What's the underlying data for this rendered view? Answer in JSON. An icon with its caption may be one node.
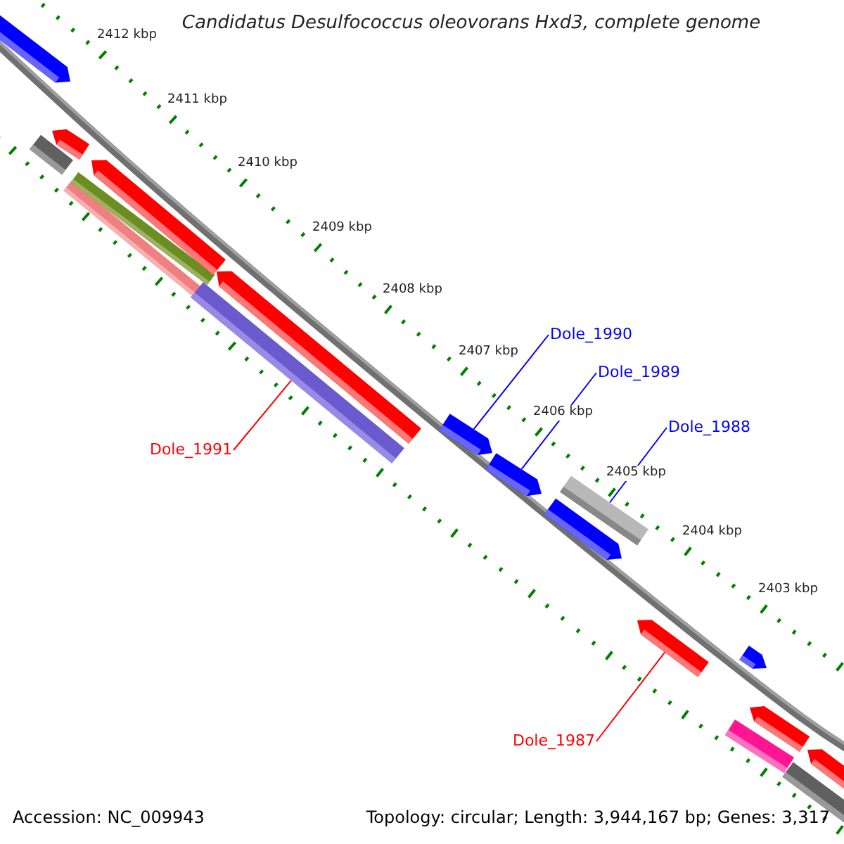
{
  "diagram": {
    "title": "Candidatus Desulfococcus oleovorans Hxd3, complete genome",
    "nodes": [
      {
        "text": [
          "Dole_1990"
        ]
      },
      {
        "text": [
          "Dole_1989"
        ]
      },
      {
        "text": [
          "Dole_1988"
        ]
      },
      {
        "text": [
          "Dole_1991"
        ]
      },
      {
        "text": [
          "Dole_1987"
        ]
      },
      {
        "text": [],
        "shape": "bar"
      },
      {
        "text": [],
        "shape": "bar"
      },
      {
        "text": [],
        "shape": "bar"
      },
      {
        "text": [],
        "shape": "bar"
      },
      {
        "text": [],
        "shape": "bar"
      }
    ],
    "edges": [
      {
        "from": 0,
        "to": 6,
        "arrow": "none"
      },
      {
        "from": 1,
        "to": 7,
        "arrow": "none"
      },
      {
        "from": 2,
        "to": 8,
        "arrow": "none"
      },
      {
        "from": 3,
        "to": 5,
        "arrow": "none",
        "color": "#ff0000"
      },
      {
        "from": 4,
        "to": 9,
        "arrow": "none",
        "color": "#ff0000"
      }
    ],
    "labels": [
      "2412 kbp",
      "2411 kbp",
      "2410 kbp",
      "2409 kbp",
      "2408 kbp",
      "2407 kbp",
      "2406 kbp",
      "2405 kbp",
      "2404 kbp",
      "2403 kbp",
      "Accession: NC_009943",
      "Topology: circular; Length: 3,944,167 bp; Genes: 3,317"
    ]
  }
}
